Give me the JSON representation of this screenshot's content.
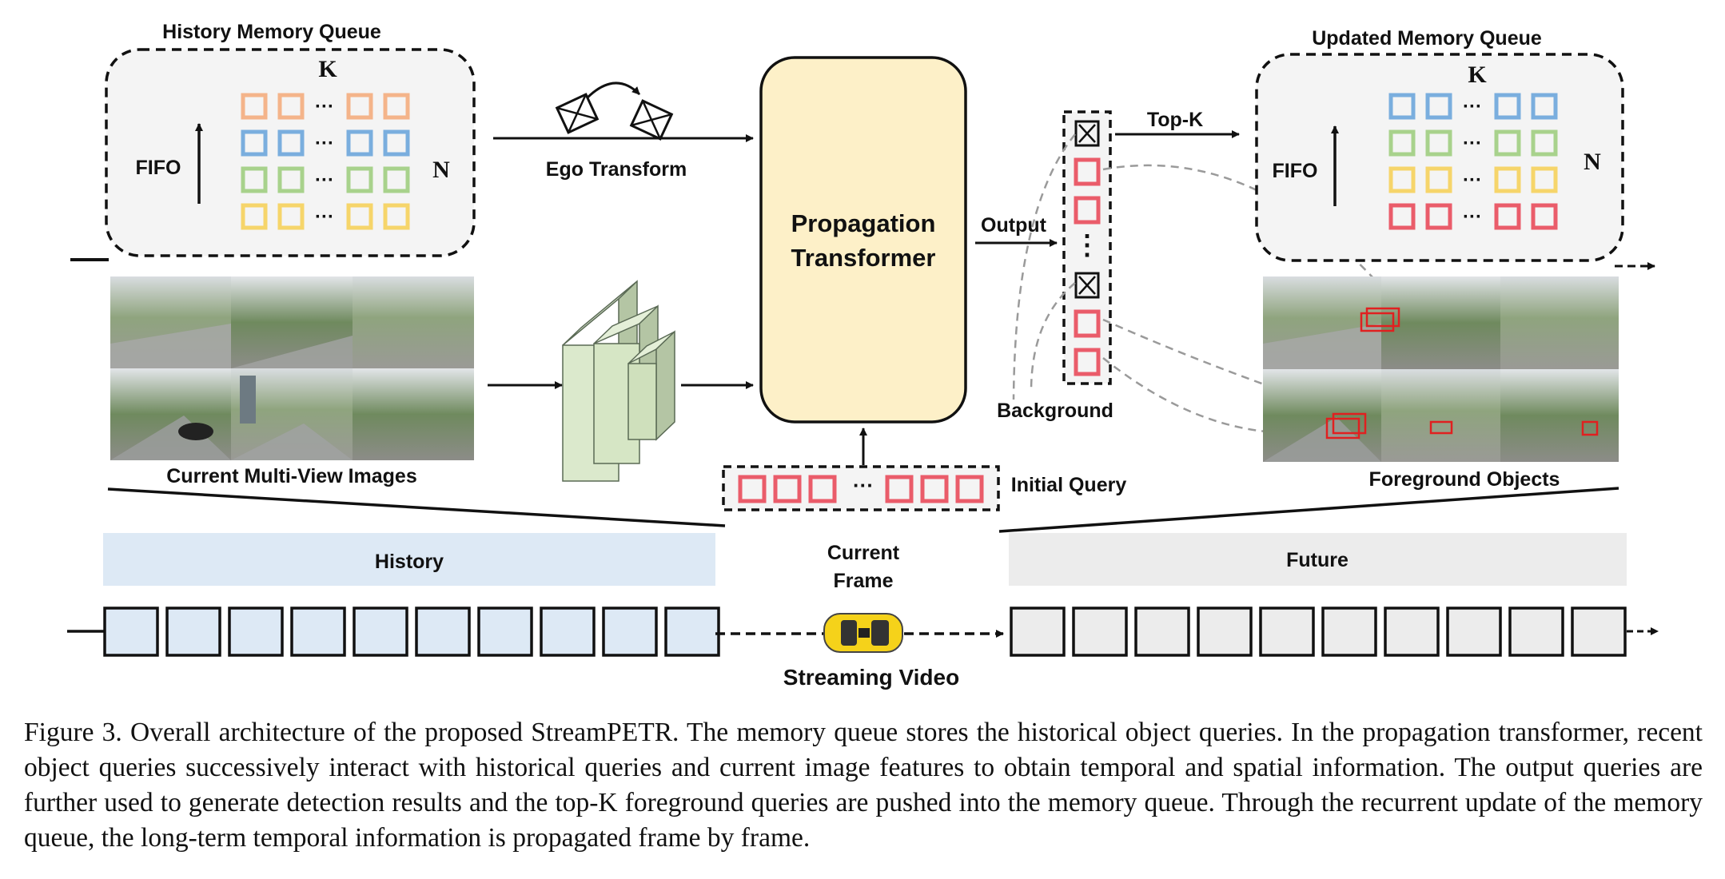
{
  "labels": {
    "history_memory_queue": "History Memory Queue",
    "updated_memory_queue": "Updated Memory Queue",
    "k": "K",
    "n": "N",
    "fifo": "FIFO",
    "ego_transform": "Ego Transform",
    "propagation_line1": "Propagation",
    "propagation_line2": "Transformer",
    "output": "Output",
    "top_k": "Top-K",
    "background": "Background",
    "current_multi_view_images": "Current Multi-View Images",
    "initial_query": "Initial Query",
    "foreground_objects": "Foreground Objects",
    "history": "History",
    "current_frame_line1": "Current",
    "current_frame_line2": "Frame",
    "future": "Future",
    "streaming_video": "Streaming Video",
    "dots": "···",
    "vdots": "⋮"
  },
  "colors": {
    "orange": "#f4b48a",
    "blue": "#7aaede",
    "green": "#a8d28c",
    "yellow": "#f6d56a",
    "red": "#ea5c6a",
    "transformer_fill": "#fdf0c8",
    "history_bar": "#dde9f5",
    "future_bar": "#ececec",
    "panel_fill": "#f4f4f4"
  },
  "caption": "Figure 3. Overall architecture of the proposed StreamPETR. The memory queue stores the historical object queries. In the propagation transformer, recent object queries successively interact with historical queries and current image features to obtain temporal and spatial information. The output queries are further used to generate detection results and the top-K foreground queries are pushed into the memory queue. Through the recurrent update of the memory queue, the long-term temporal information is propagated frame by frame."
}
